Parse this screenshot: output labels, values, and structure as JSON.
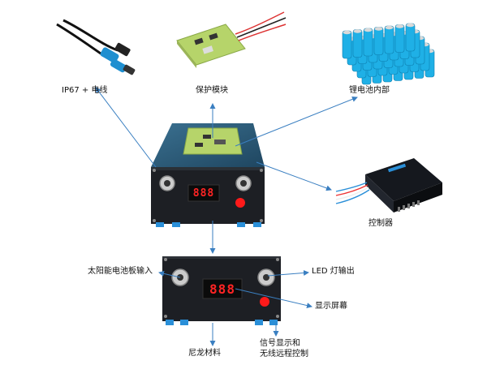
{
  "labels": {
    "cable": "IP67 + 电线",
    "protection_module": "保护模块",
    "battery_interior": "锂电池内部",
    "controller": "控制器",
    "solar_input": "太阳能电池板输入",
    "led_output": "LED 灯输出",
    "display_screen": "显示屏幕",
    "nylon_material": "尼龙材料",
    "signal_line1": "信号显示和",
    "signal_line2": "无线远程控制"
  },
  "display": {
    "top_digits": "888",
    "bottom_digits": "888"
  },
  "colors": {
    "arrow": "#3a7fc1",
    "box_body": "#1d1f24",
    "box_top": "#2f5f7a",
    "pcb": "#b6d46a",
    "led_red": "#ff1a1a",
    "battery_cell": "#1fb0e6",
    "foot": "#2a8fd8"
  }
}
